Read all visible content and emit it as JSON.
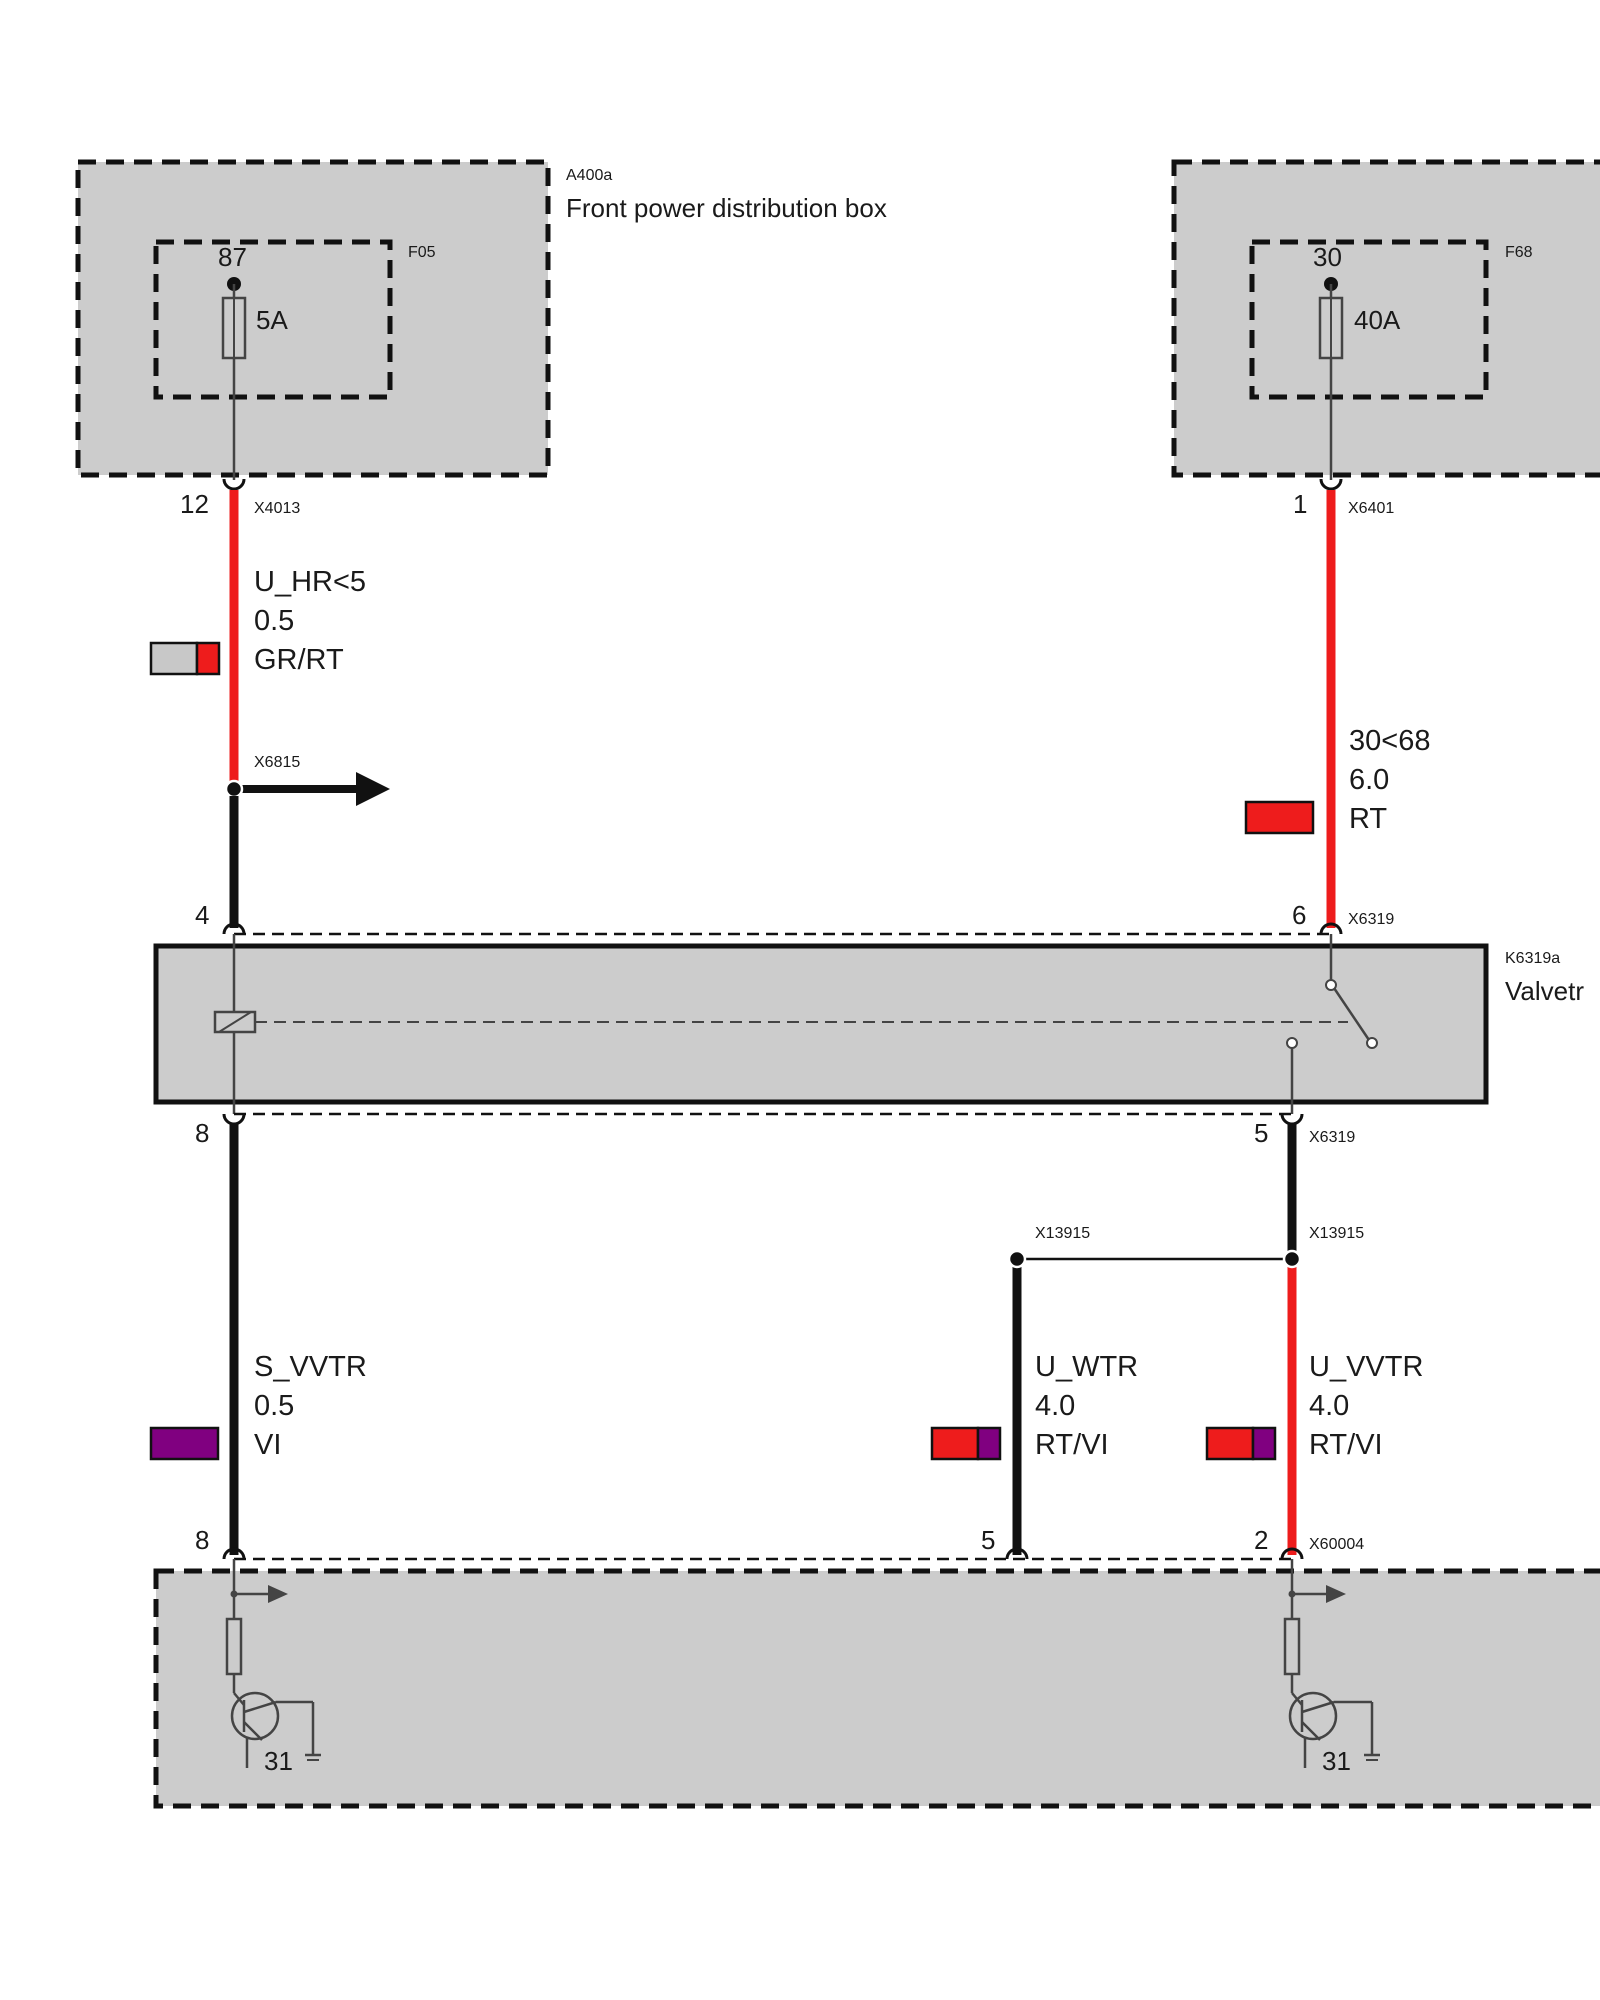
{
  "colors": {
    "module_fill": "#cccccc",
    "wire_red": "#ee1c1c",
    "wire_black": "#111111",
    "wire_violet": "#800080",
    "wire_grey": "#c8c8c8",
    "thin_line": "#444444"
  },
  "fuse_box_left": {
    "id": "A400a",
    "title": "Front power distribution box",
    "fuse_id": "F05",
    "fuse_pin": "87",
    "fuse_rating": "5A"
  },
  "fuse_box_right": {
    "fuse_id": "F68",
    "fuse_pin": "30",
    "fuse_rating": "40A"
  },
  "connectors": {
    "c12": {
      "pin": "12",
      "id": "X4013"
    },
    "c1": {
      "pin": "1",
      "id": "X6401"
    },
    "splice_left": {
      "id": "X6815"
    },
    "relay_in_left": {
      "pin": "4"
    },
    "relay_in_right": {
      "pin": "6",
      "id": "X6319"
    },
    "relay_out_left": {
      "pin": "8"
    },
    "relay_out_right": {
      "pin": "5",
      "id": "X6319"
    },
    "splice_mid": {
      "id": "X13915"
    },
    "splice_right": {
      "id": "X13915"
    },
    "bottom_left": {
      "pin": "8"
    },
    "bottom_mid": {
      "pin": "5"
    },
    "bottom_right": {
      "pin": "2",
      "id": "X60004"
    }
  },
  "relay": {
    "id": "K6319a",
    "title": "Valvetr"
  },
  "wires": {
    "w1": {
      "signal": "U_HR<5",
      "gauge": "0.5",
      "color_code": "GR/RT"
    },
    "w2": {
      "signal": "30<68",
      "gauge": "6.0",
      "color_code": "RT"
    },
    "w3": {
      "signal": "S_VVTR",
      "gauge": "0.5",
      "color_code": "VI"
    },
    "w4": {
      "signal": "U_WTR",
      "gauge": "4.0",
      "color_code": "RT/VI"
    },
    "w5": {
      "signal": "U_VVTR",
      "gauge": "4.0",
      "color_code": "RT/VI"
    }
  },
  "ecu": {
    "ground_left": "31",
    "ground_right": "31"
  }
}
